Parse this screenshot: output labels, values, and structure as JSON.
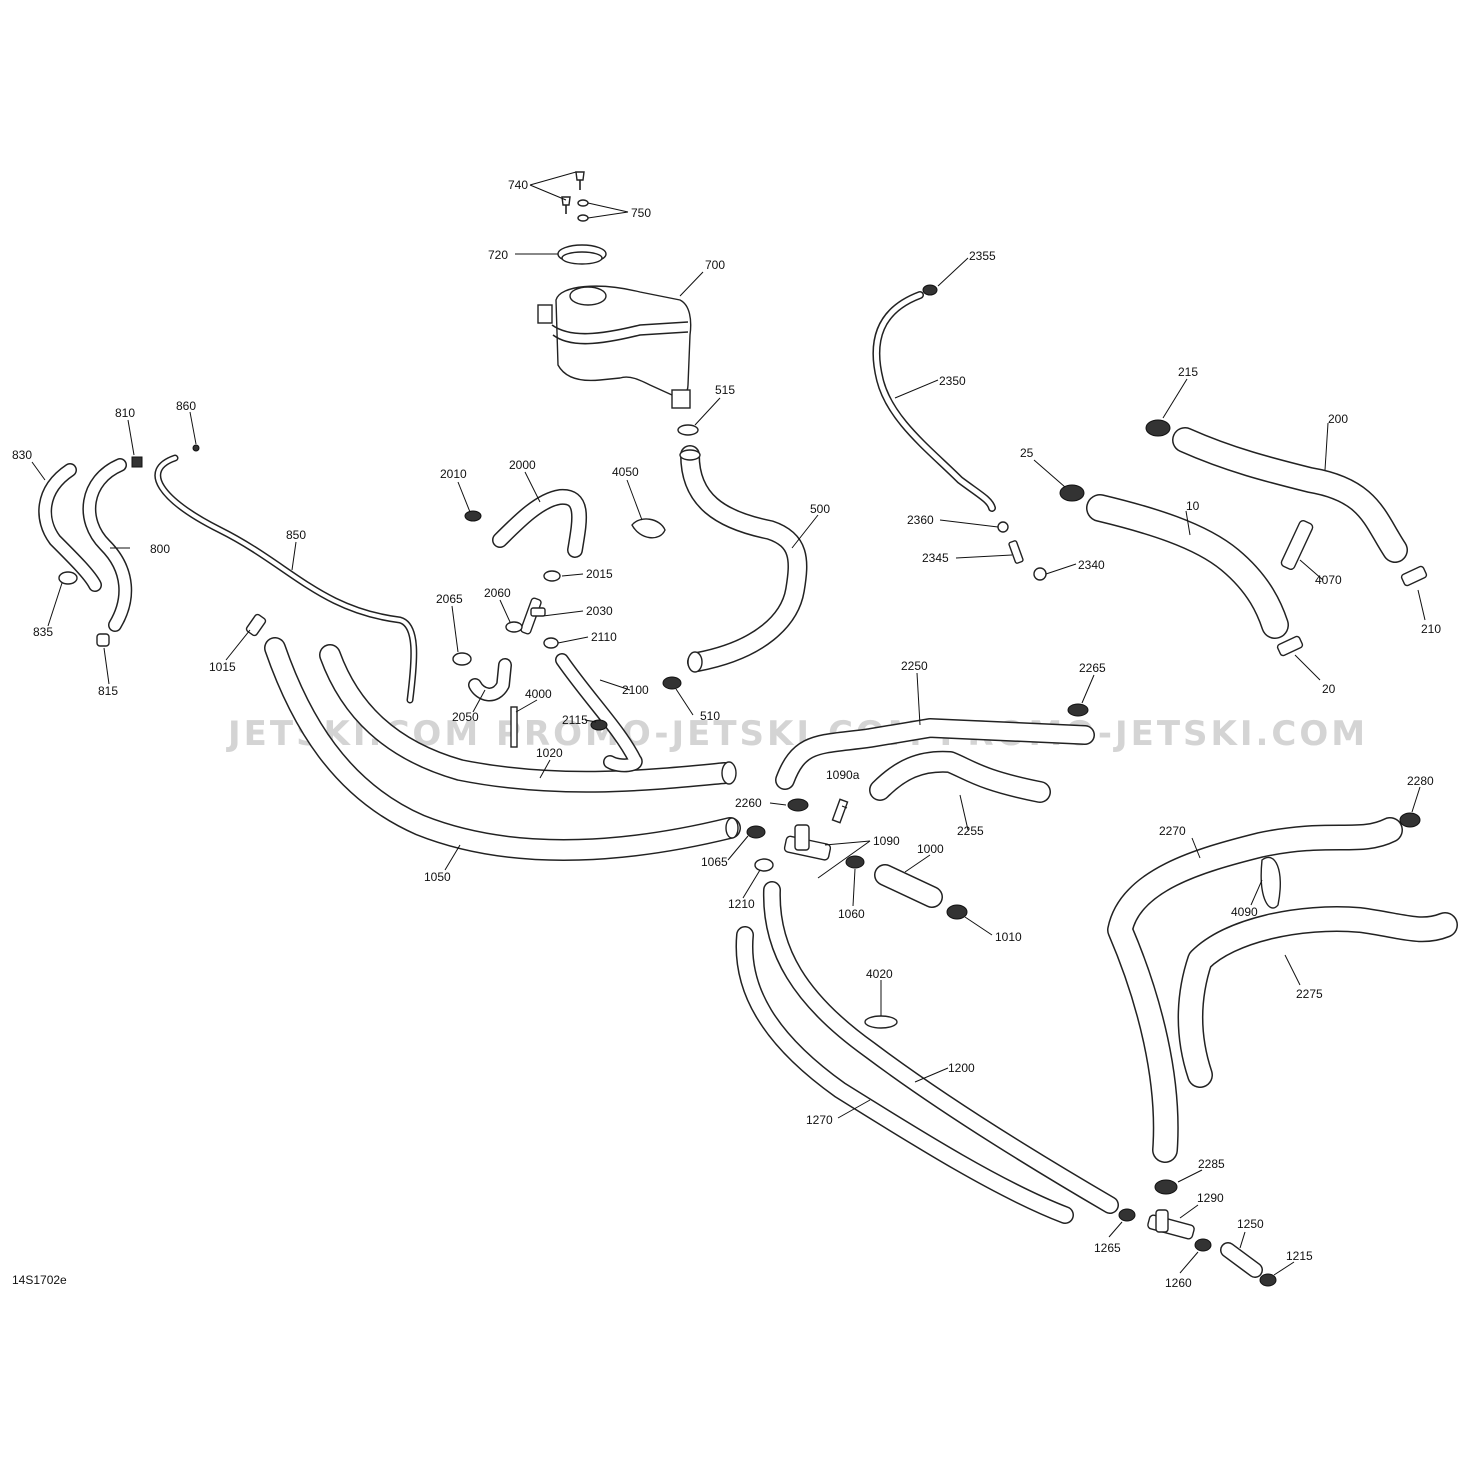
{
  "watermark": "JETSKI.COM  PROMO-JETSKI.COM  PROMO-JETSKI.COM",
  "diagram_code": "14S1702e",
  "labels": [
    {
      "id": "740",
      "text": "740"
    },
    {
      "id": "750",
      "text": "750"
    },
    {
      "id": "720",
      "text": "720"
    },
    {
      "id": "700",
      "text": "700"
    },
    {
      "id": "515",
      "text": "515"
    },
    {
      "id": "500",
      "text": "500"
    },
    {
      "id": "510",
      "text": "510"
    },
    {
      "id": "4050",
      "text": "4050"
    },
    {
      "id": "2000",
      "text": "2000"
    },
    {
      "id": "2010",
      "text": "2010"
    },
    {
      "id": "2015",
      "text": "2015"
    },
    {
      "id": "2030",
      "text": "2030"
    },
    {
      "id": "2060",
      "text": "2060"
    },
    {
      "id": "2065",
      "text": "2065"
    },
    {
      "id": "2110",
      "text": "2110"
    },
    {
      "id": "2100",
      "text": "2100"
    },
    {
      "id": "2050",
      "text": "2050"
    },
    {
      "id": "4000",
      "text": "4000"
    },
    {
      "id": "2115",
      "text": "2115"
    },
    {
      "id": "810",
      "text": "810"
    },
    {
      "id": "860",
      "text": "860"
    },
    {
      "id": "830",
      "text": "830"
    },
    {
      "id": "800",
      "text": "800"
    },
    {
      "id": "835",
      "text": "835"
    },
    {
      "id": "815",
      "text": "815"
    },
    {
      "id": "850",
      "text": "850"
    },
    {
      "id": "1015",
      "text": "1015"
    },
    {
      "id": "1020",
      "text": "1020"
    },
    {
      "id": "1050",
      "text": "1050"
    },
    {
      "id": "1065",
      "text": "1065"
    },
    {
      "id": "1210",
      "text": "1210"
    },
    {
      "id": "2260",
      "text": "2260"
    },
    {
      "id": "1090a",
      "text": "1090a"
    },
    {
      "id": "1090",
      "text": "1090"
    },
    {
      "id": "1060",
      "text": "1060"
    },
    {
      "id": "1000",
      "text": "1000"
    },
    {
      "id": "1010",
      "text": "1010"
    },
    {
      "id": "2250",
      "text": "2250"
    },
    {
      "id": "2265",
      "text": "2265"
    },
    {
      "id": "2255",
      "text": "2255"
    },
    {
      "id": "2355",
      "text": "2355"
    },
    {
      "id": "2350",
      "text": "2350"
    },
    {
      "id": "2360",
      "text": "2360"
    },
    {
      "id": "2345",
      "text": "2345"
    },
    {
      "id": "2340",
      "text": "2340"
    },
    {
      "id": "215",
      "text": "215"
    },
    {
      "id": "200",
      "text": "200"
    },
    {
      "id": "25",
      "text": "25"
    },
    {
      "id": "10",
      "text": "10"
    },
    {
      "id": "4070",
      "text": "4070"
    },
    {
      "id": "210",
      "text": "210"
    },
    {
      "id": "20",
      "text": "20"
    },
    {
      "id": "2280",
      "text": "2280"
    },
    {
      "id": "2270",
      "text": "2270"
    },
    {
      "id": "4090",
      "text": "4090"
    },
    {
      "id": "2275",
      "text": "2275"
    },
    {
      "id": "4020",
      "text": "4020"
    },
    {
      "id": "1200",
      "text": "1200"
    },
    {
      "id": "1270",
      "text": "1270"
    },
    {
      "id": "2285",
      "text": "2285"
    },
    {
      "id": "1290",
      "text": "1290"
    },
    {
      "id": "1265",
      "text": "1265"
    },
    {
      "id": "1260",
      "text": "1260"
    },
    {
      "id": "1250",
      "text": "1250"
    },
    {
      "id": "1215",
      "text": "1215"
    }
  ]
}
